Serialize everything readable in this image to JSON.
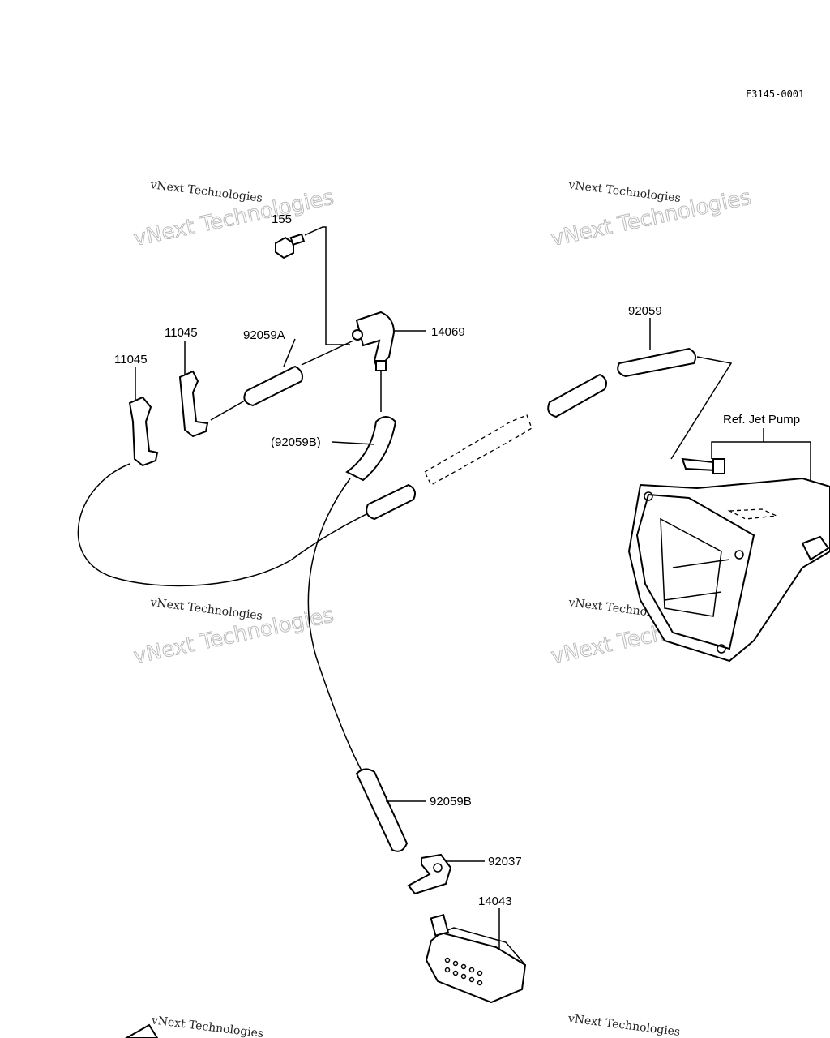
{
  "diagram_code": "F3145-0001",
  "watermark": {
    "line1": "vNext Technologies",
    "line2": "vNext Technologies"
  },
  "parts": {
    "p155": "155",
    "p14069": "14069",
    "p11045a": "11045",
    "p11045b": "11045",
    "p92059A": "92059A",
    "p92059": "92059",
    "p92059B_ref": "(92059B)",
    "p92059B": "92059B",
    "p92037": "92037",
    "p14043": "14043",
    "ref_jet_pump": "Ref. Jet Pump"
  }
}
